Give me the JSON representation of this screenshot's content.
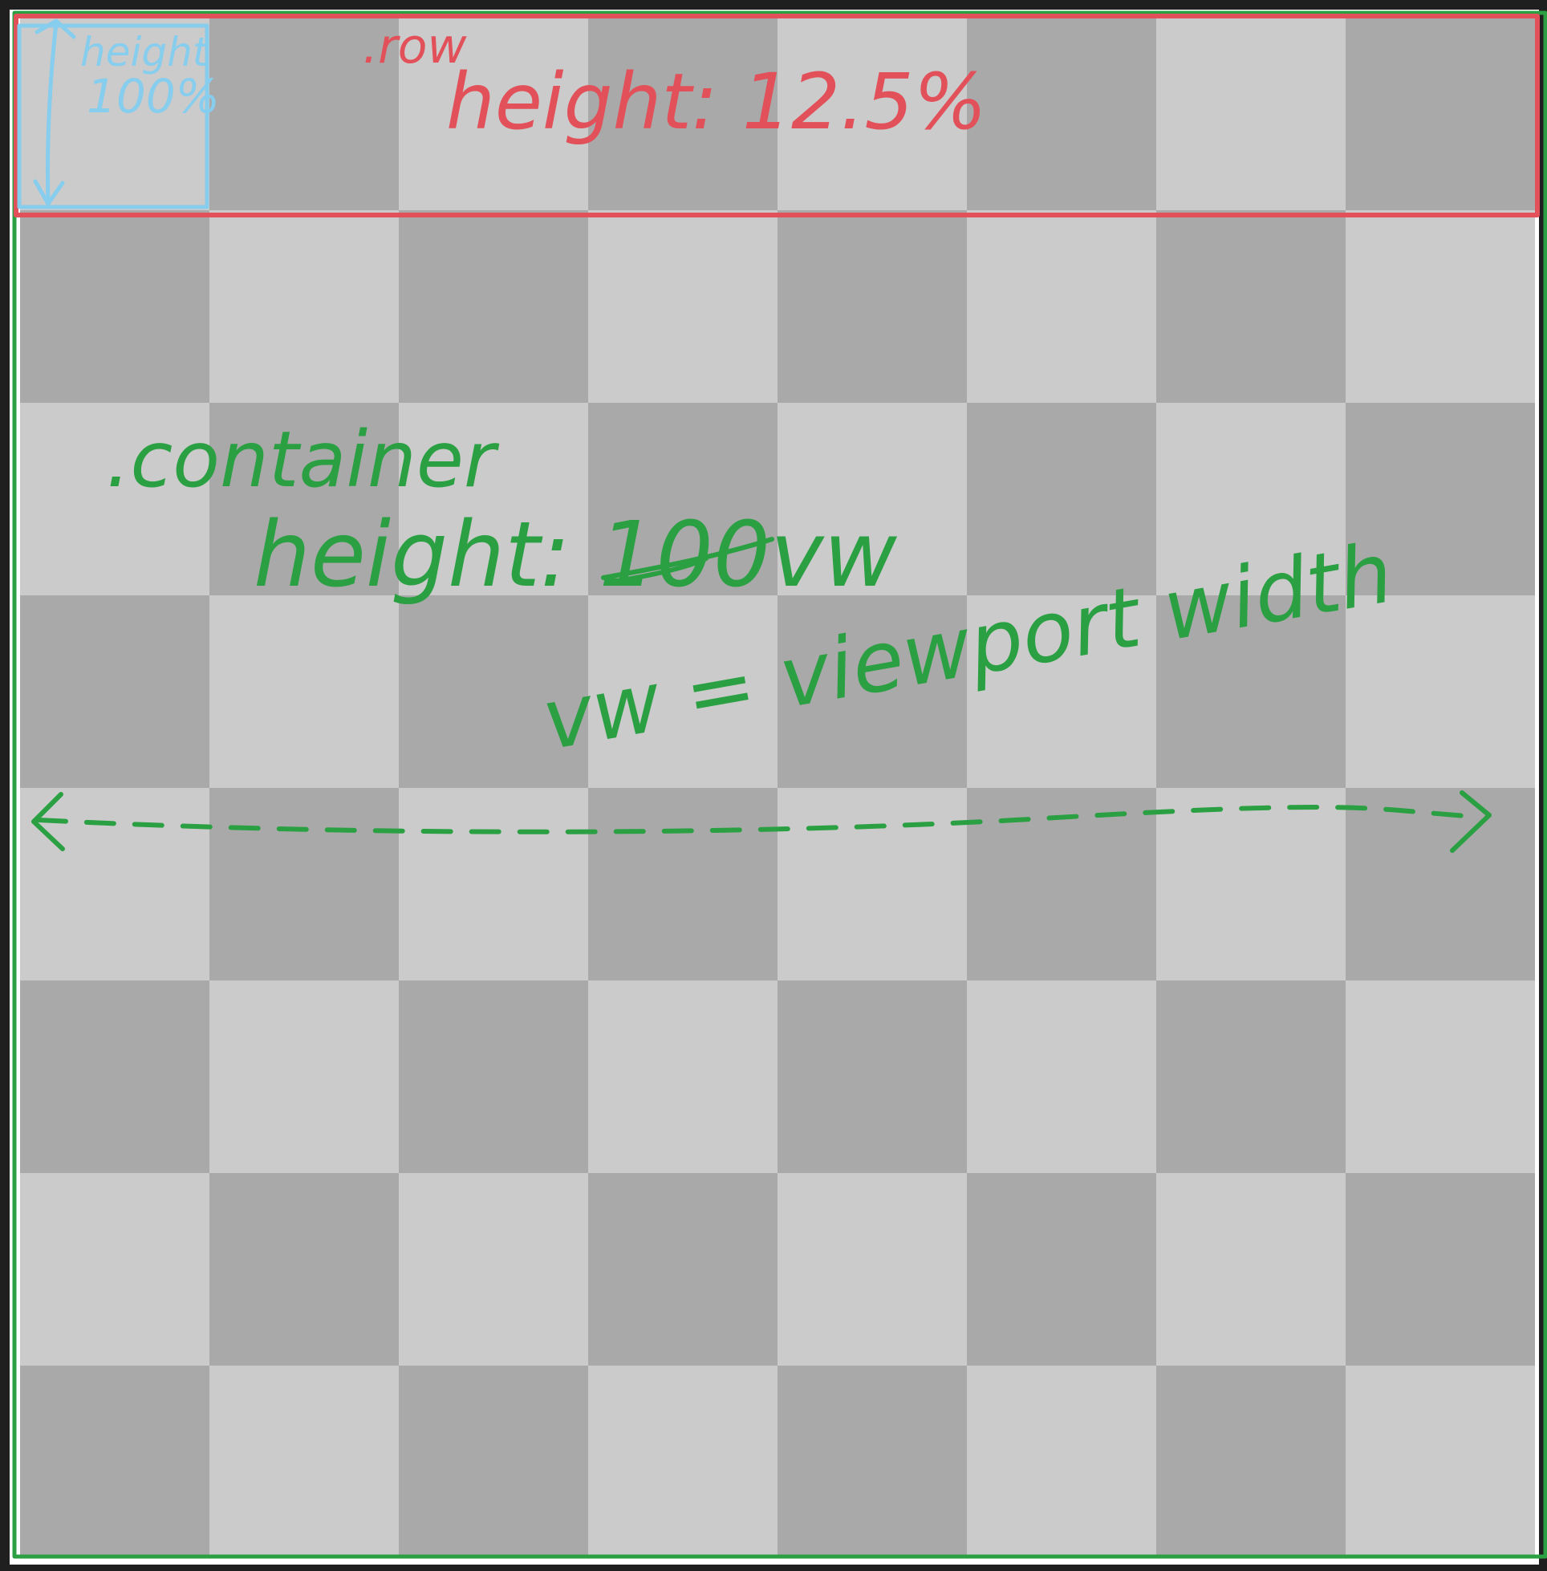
{
  "board": {
    "rows": 8,
    "columns": 8,
    "light_color": "#cbcbcb",
    "dark_color": "#a9a9a9",
    "first_square": "light"
  },
  "colors": {
    "container_outline": "#2aa043",
    "row_outline": "#e25059",
    "cell_outline": "#86cdee",
    "background": "#1f1f1f"
  },
  "annotations": {
    "cell": {
      "line1": "height",
      "line2": "100%"
    },
    "row": {
      "selector": ".row",
      "rule": "height: 12.5%"
    },
    "container": {
      "selector": ".container",
      "rule": "height: 100vw",
      "definition": "vw = viewport width"
    }
  }
}
